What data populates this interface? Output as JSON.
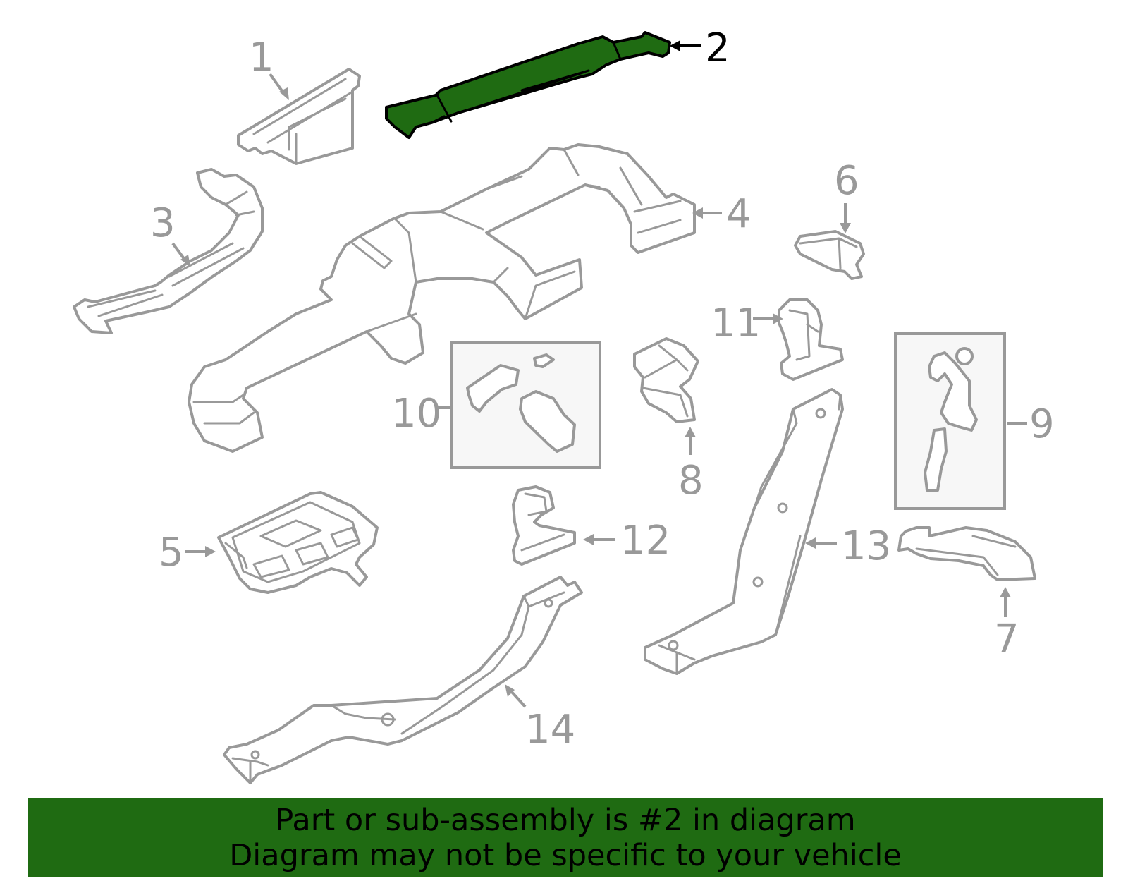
{
  "diagram": {
    "highlighted_part": "2",
    "highlight_color": "#1f6b12",
    "line_color": "#999999",
    "callouts": [
      "1",
      "2",
      "3",
      "4",
      "5",
      "6",
      "7",
      "8",
      "9",
      "10",
      "11",
      "12",
      "13",
      "14"
    ]
  },
  "banner": {
    "line1": "Part or sub-assembly is #2 in diagram",
    "line2": "Diagram may not be specific to your vehicle",
    "background": "#1f6b12"
  }
}
